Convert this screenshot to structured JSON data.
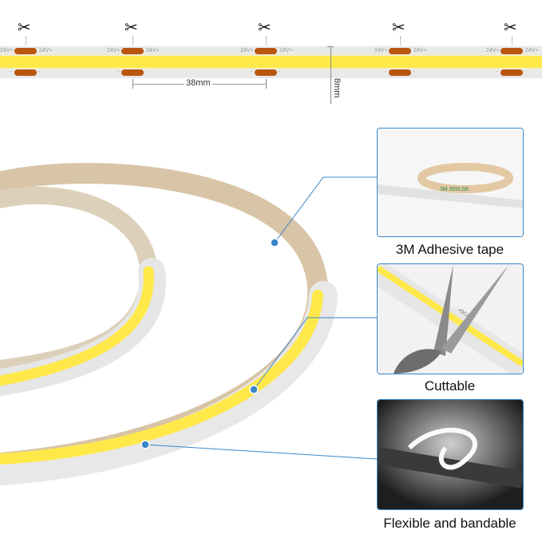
{
  "strip": {
    "pad_label": "24V+",
    "neg_label": "-",
    "cut_icon": "scissors-icon",
    "spacing_label": "38mm",
    "width_label": "8mm"
  },
  "features": [
    {
      "label": "3M Adhesive tape",
      "tape_print": "3M 300LSE"
    },
    {
      "label": "Cuttable",
      "strip_print": "+DC24V"
    },
    {
      "label": "Flexible and bandable"
    }
  ],
  "colors": {
    "led": "#ffe94a",
    "pad": "#b8560f",
    "accent": "#3a86c8",
    "tape": "#d8c4a6"
  }
}
